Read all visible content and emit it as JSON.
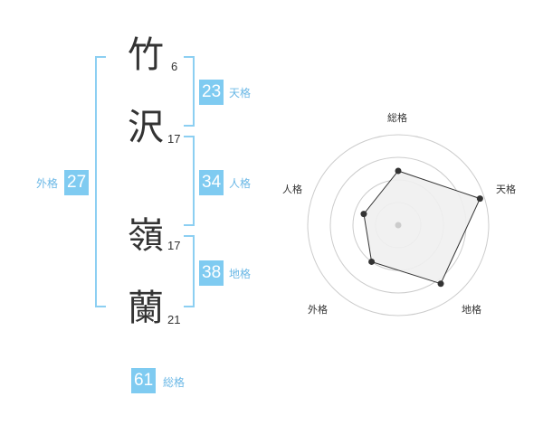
{
  "name": {
    "chars": [
      {
        "char": "竹",
        "strokes": "6"
      },
      {
        "char": "沢",
        "strokes": "17"
      },
      {
        "char": "嶺",
        "strokes": "17"
      },
      {
        "char": "蘭",
        "strokes": "21"
      }
    ]
  },
  "fortunes": {
    "tenkaku": {
      "value": "23",
      "label": "天格"
    },
    "jinkaku": {
      "value": "34",
      "label": "人格"
    },
    "chikaku": {
      "value": "38",
      "label": "地格"
    },
    "gaikaku": {
      "value": "27",
      "label": "外格"
    },
    "soukaku": {
      "value": "61",
      "label": "総格"
    }
  },
  "radar": {
    "axes": [
      "総格",
      "天格",
      "地格",
      "外格",
      "人格"
    ],
    "values": [
      0.6,
      0.95,
      0.8,
      0.5,
      0.4
    ],
    "colors": {
      "fill": "#f0f0f0",
      "line": "#333333",
      "grid": "#cccccc",
      "point": "#333333"
    }
  },
  "colors": {
    "accent": "#7fcbf1"
  }
}
